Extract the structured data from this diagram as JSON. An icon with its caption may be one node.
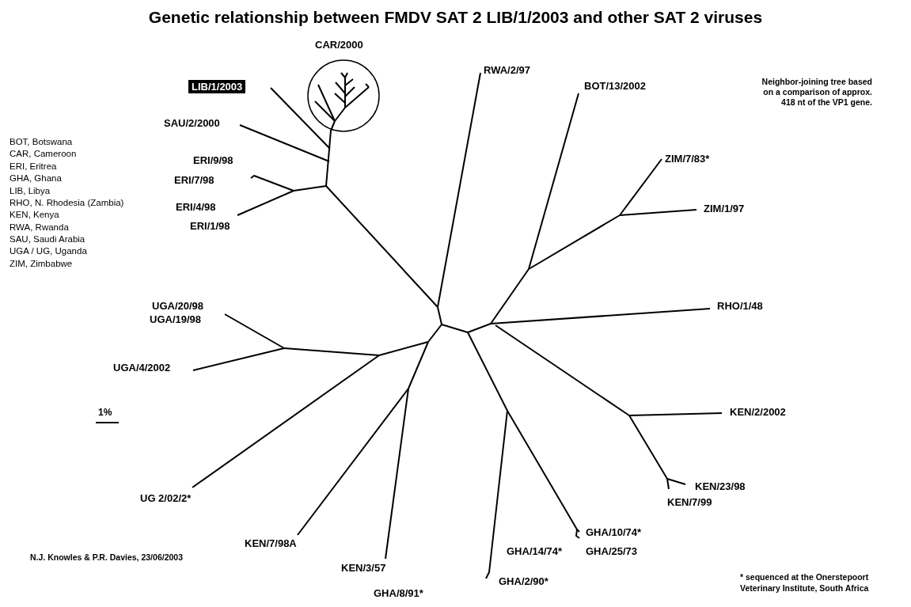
{
  "diagram": {
    "title": "Genetic relationship between FMDV SAT 2 LIB/1/2003 and other SAT 2 viruses",
    "labels": [
      "CAR/2000",
      "RWA/2/97",
      "LIB/1/2003",
      "BOT/13/2002",
      "Neighbor-joining tree based on a comparison of approx. 418 nt of the VP1 gene.",
      "SAU/2/2000",
      "BOT, Botswana",
      "CAR, Cameroon",
      "ERI, Eritrea",
      "ERI/9/98",
      "ZIM/7/83*",
      "GHA, Ghana",
      "ERI/7/98",
      "LIB, Libya",
      "RHO, N. Rhodesia (Zambia)",
      "ERI/4/98",
      "ZIM/1/97",
      "KEN, Kenya",
      "RWA, Rwanda",
      "ERI/1/98",
      "SAU, Saudi Arabia",
      "UGA / UG, Uganda",
      "ZIM, Zimbabwe",
      "UGA/20/98",
      "RHO/1/48",
      "UGA/19/98",
      "UGA/4/2002",
      "1%",
      "KEN/2/2002",
      "KEN/23/98",
      "UG 2/02/2*",
      "KEN/7/99",
      "GHA/10/74*",
      "KEN/7/98A",
      "GHA/14/74*",
      "GHA/25/73",
      "KEN/3/57",
      "N.J. Knowles & P.R. Davies, 23/06/2003",
      "* sequenced at the Onerstepoort Veterinary Institute, South Africa",
      "GHA/2/90*",
      "GHA/8/91*"
    ]
  }
}
